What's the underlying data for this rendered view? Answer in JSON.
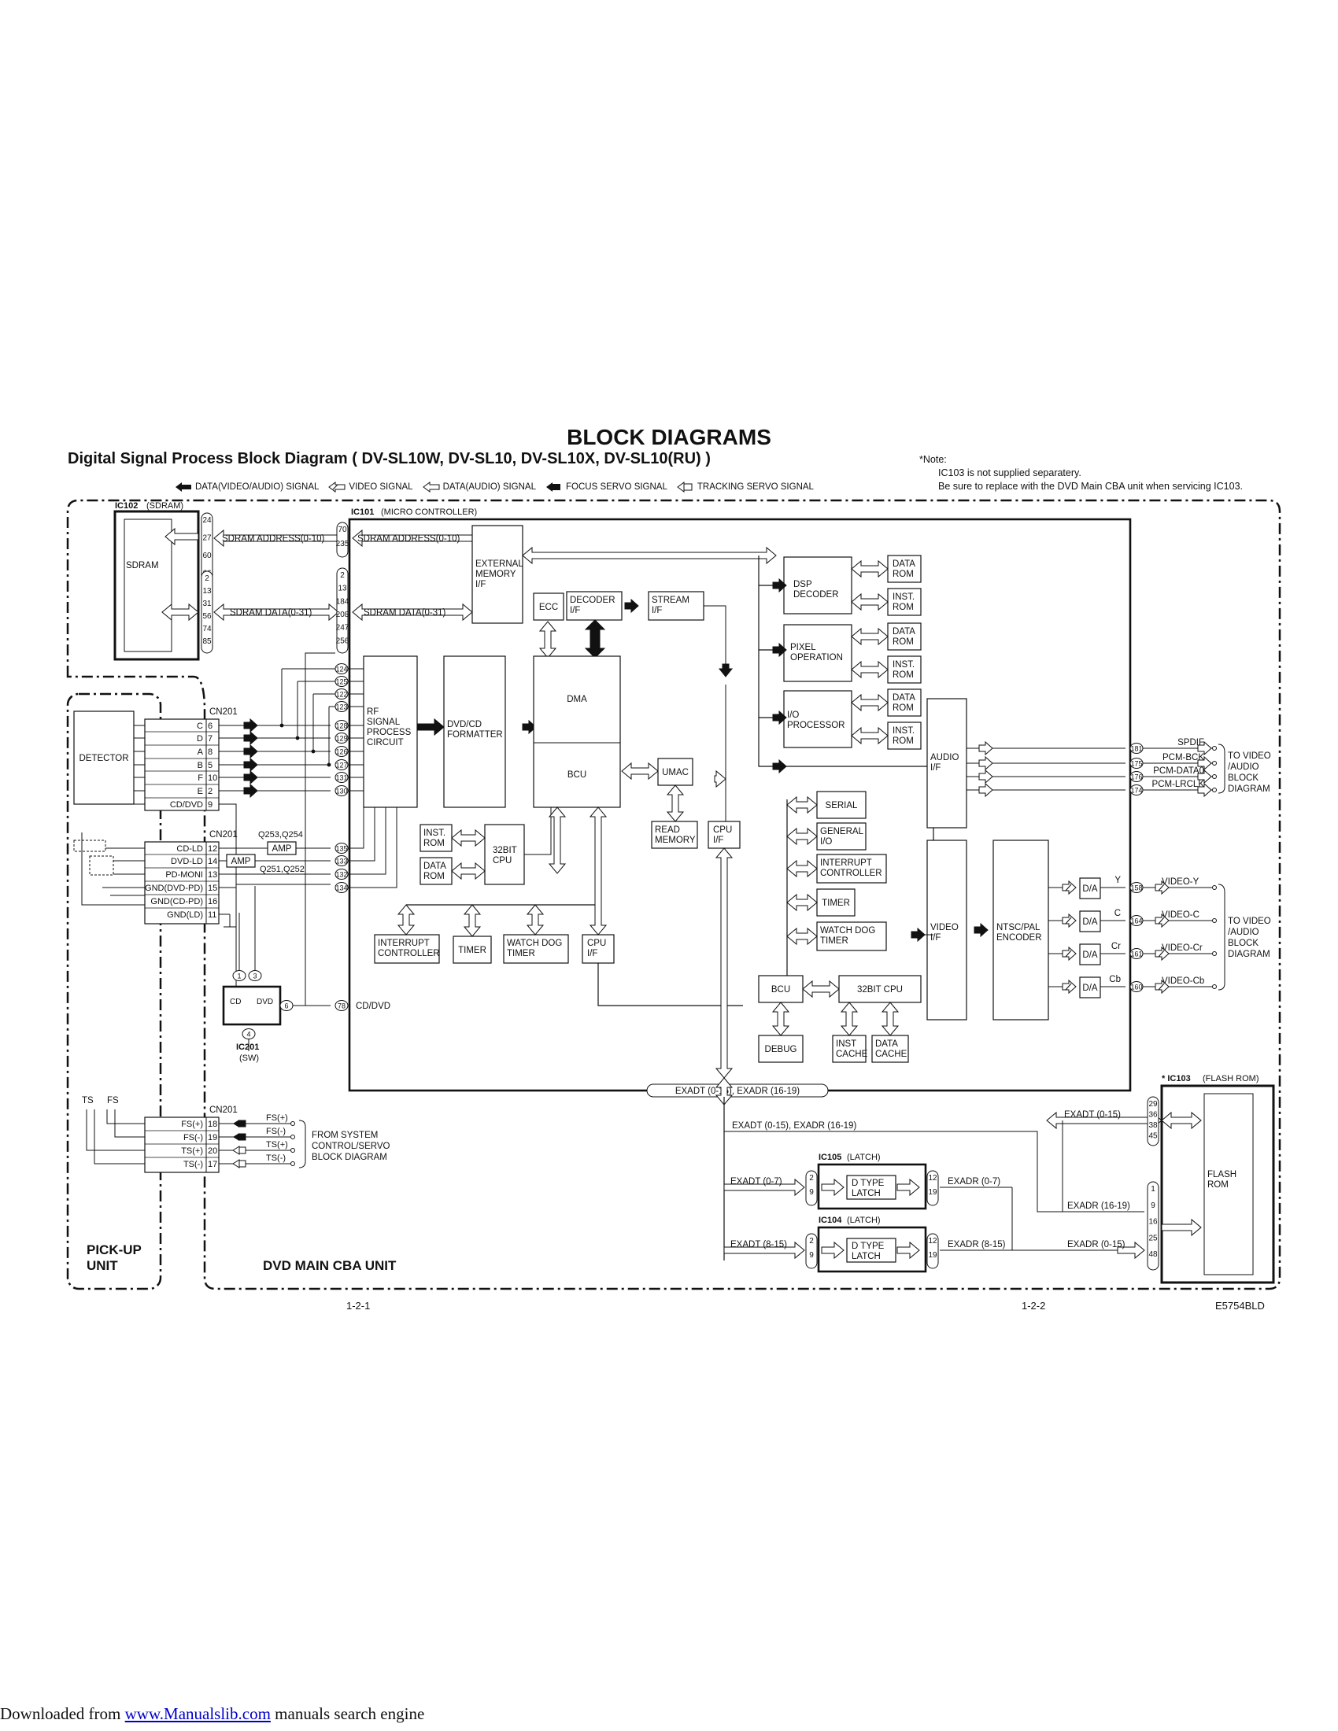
{
  "header": {
    "title": "BLOCK DIAGRAMS",
    "subtitle": "Digital Signal Process Block Diagram ( DV-SL10W, DV-SL10, DV-SL10X, DV-SL10(RU) )"
  },
  "note": {
    "label": "*Note:",
    "line1": "IC103 is not supplied separatery.",
    "line2": "Be sure to replace with the DVD Main CBA unit when servicing IC103."
  },
  "legend": [
    {
      "label": "DATA(VIDEO/AUDIO) SIGNAL"
    },
    {
      "label": "VIDEO SIGNAL"
    },
    {
      "label": "DATA(AUDIO) SIGNAL"
    },
    {
      "label": "FOCUS SERVO SIGNAL"
    },
    {
      "label": "TRACKING SERVO SIGNAL"
    }
  ],
  "diagram": {
    "ic102": {
      "label": "IC102",
      "sub": "(SDRAM)",
      "block": "SDRAM"
    },
    "ic101": {
      "label": "IC101",
      "sub": "(MICRO CONTROLLER)"
    },
    "ic103": {
      "label": "* IC103",
      "sub": "(FLASH ROM)",
      "block1": "FLASH",
      "block2": "ROM"
    },
    "ic105": {
      "label": "IC105",
      "sub": "(LATCH)"
    },
    "ic104": {
      "label": "IC104",
      "sub": "(LATCH)"
    },
    "ic201": {
      "label": "IC201",
      "sub": "(SW)",
      "cd": "CD",
      "dvd": "DVD"
    },
    "sdram_address": "SDRAM ADDRESS(0-10)",
    "sdram_data": "SDRAM DATA(0-31)",
    "pins_sdram_left_top": [
      "24",
      "27",
      "60",
      "66"
    ],
    "pins_sdram_left_bot": [
      "2",
      "13",
      "31",
      "56",
      "74",
      "85"
    ],
    "pins_ic101_top": [
      "70",
      "235"
    ],
    "pins_ic101_mid": [
      "2",
      "13",
      "184",
      "208",
      "247",
      "256"
    ],
    "blocks": {
      "ext_mem": [
        "EXTERNAL",
        "MEMORY",
        "I/F"
      ],
      "ecc": "ECC",
      "decoder_if": [
        "DECODER",
        "I/F"
      ],
      "stream_if": [
        "STREAM",
        "I/F"
      ],
      "dsp_decoder": [
        "DSP",
        "DECODER"
      ],
      "pixel_op": [
        "PIXEL",
        "OPERATION"
      ],
      "io_proc": [
        "I/O",
        "PROCESSOR"
      ],
      "data_rom": [
        "DATA",
        "ROM"
      ],
      "inst_rom": [
        "INST.",
        "ROM"
      ],
      "rf": [
        "RF",
        "SIGNAL",
        "PROCESS",
        "CIRCUIT"
      ],
      "formatter": [
        "DVD/CD",
        "FORMATTER"
      ],
      "dma": "DMA",
      "bcu": "BCU",
      "umac": "UMAC",
      "read_memory": [
        "READ",
        "MEMORY"
      ],
      "cpu_if": [
        "CPU",
        "I/F"
      ],
      "audio_if": [
        "AUDIO",
        "I/F"
      ],
      "video_if": [
        "VIDEO",
        "I/F"
      ],
      "ntsc": [
        "NTSC/PAL",
        "ENCODER"
      ],
      "serial": "SERIAL",
      "general_io": [
        "GENERAL",
        "I/O"
      ],
      "int_ctrl_r": [
        "INTERRUPT",
        "CONTROLLER"
      ],
      "timer": "TIMER",
      "watchdog_r": [
        "WATCH DOG",
        "TIMER"
      ],
      "inst_rom_l": [
        "INST.",
        "ROM"
      ],
      "data_rom_l": [
        "DATA",
        "ROM"
      ],
      "cpu32": [
        "32BIT",
        "CPU"
      ],
      "int_ctrl_l": [
        "INTERRUPT",
        "CONTROLLER"
      ],
      "timer_l": "TIMER",
      "watchdog_l": [
        "WATCH DOG",
        "TIMER"
      ],
      "cpu_if_l": [
        "CPU",
        "I/F"
      ],
      "bcu2": "BCU",
      "cpu32_2": "32BIT CPU",
      "debug": "DEBUG",
      "inst_cache": [
        "INST",
        "CACHE"
      ],
      "data_cache": [
        "DATA",
        "CACHE"
      ],
      "da": "D/A",
      "d_type_latch": [
        "D TYPE",
        "LATCH"
      ],
      "detector": "DETECTOR",
      "amp": "AMP"
    },
    "cn201_label": "CN201",
    "cn201_a": [
      {
        "name": "C",
        "pin": "6",
        "ic": "128"
      },
      {
        "name": "D",
        "pin": "7",
        "ic": "129"
      },
      {
        "name": "A",
        "pin": "8",
        "ic": "126"
      },
      {
        "name": "B",
        "pin": "5",
        "ic": "127"
      },
      {
        "name": "F",
        "pin": "10",
        "ic": "131"
      },
      {
        "name": "E",
        "pin": "2",
        "ic": "130"
      },
      {
        "name": "CD/DVD",
        "pin": "9",
        "ic": ""
      }
    ],
    "rf_top_pins": [
      "124",
      "125",
      "122",
      "123"
    ],
    "cn201_b": [
      {
        "name": "CD-LD",
        "pin": "12"
      },
      {
        "name": "DVD-LD",
        "pin": "14"
      },
      {
        "name": "PD-MONI",
        "pin": "13"
      },
      {
        "name": "GND(DVD-PD)",
        "pin": "15"
      },
      {
        "name": "GND(CD-PD)",
        "pin": "16"
      },
      {
        "name": "GND(LD)",
        "pin": "11"
      }
    ],
    "cn201_b_ic_pins": [
      "135",
      "133",
      "132",
      "134"
    ],
    "q_top": "Q253,Q254",
    "q_bot": "Q251,Q252",
    "cn201_c": [
      {
        "name": "FS(+)",
        "pin": "18",
        "sig": "FS(+)"
      },
      {
        "name": "FS(-)",
        "pin": "19",
        "sig": "FS(-)"
      },
      {
        "name": "TS(+)",
        "pin": "20",
        "sig": "TS(+)"
      },
      {
        "name": "TS(-)",
        "pin": "17",
        "sig": "TS(-)"
      }
    ],
    "ts": "TS",
    "fs": "FS",
    "from_system": [
      "FROM SYSTEM",
      "CONTROL/SERVO",
      "BLOCK DIAGRAM"
    ],
    "sw_pins": [
      "1",
      "3",
      "6",
      "4"
    ],
    "cd_dvd_pin": "78",
    "cd_dvd_label": "CD/DVD",
    "audio_out": [
      {
        "pin": "181",
        "name": "SPDIF"
      },
      {
        "pin": "175",
        "name": "PCM-BCK"
      },
      {
        "pin": "176",
        "name": "PCM-DATA0"
      },
      {
        "pin": "174",
        "name": "PCM-LRCLK"
      }
    ],
    "to_video_audio": [
      "TO VIDEO",
      "/AUDIO",
      "BLOCK",
      "DIAGRAM"
    ],
    "video_out": [
      {
        "pin": "158",
        "ch": "Y",
        "name": "VIDEO-Y"
      },
      {
        "pin": "164",
        "ch": "C",
        "name": "VIDEO-C"
      },
      {
        "pin": "161",
        "ch": "Cr",
        "name": "VIDEO-Cr"
      },
      {
        "pin": "160",
        "ch": "Cb",
        "name": "VIDEO-Cb"
      }
    ],
    "exadt_bus": "EXADT (0-15), EXADR (16-19)",
    "exadt_bus2": "EXADT (0-15), EXADR (16-19)",
    "exadt015": "EXADT (0-15)",
    "exadt07": "EXADT (0-7)",
    "exadt815": "EXADT (8-15)",
    "exadr07": "EXADR (0-7)",
    "exadr815": "EXADR (8-15)",
    "exadr1619": "EXADR (16-19)",
    "exadr015": "EXADR (0-15)",
    "latch_pins_in": [
      "2",
      "9"
    ],
    "latch_pins_out": [
      "12",
      "19"
    ],
    "flash_pins_top": [
      "29",
      "36",
      "38",
      "45"
    ],
    "flash_pins_bot": [
      "1",
      "9",
      "16",
      "25",
      "48"
    ],
    "pickup_label": [
      "PICK-UP",
      "UNIT"
    ],
    "main_cba_label": "DVD MAIN CBA UNIT"
  },
  "pages": {
    "left": "1-2-1",
    "right": "1-2-2",
    "code": "E5754BLD"
  },
  "footer": {
    "prefix": "Downloaded from ",
    "link": "www.Manualslib.com",
    "suffix": " manuals search engine"
  }
}
